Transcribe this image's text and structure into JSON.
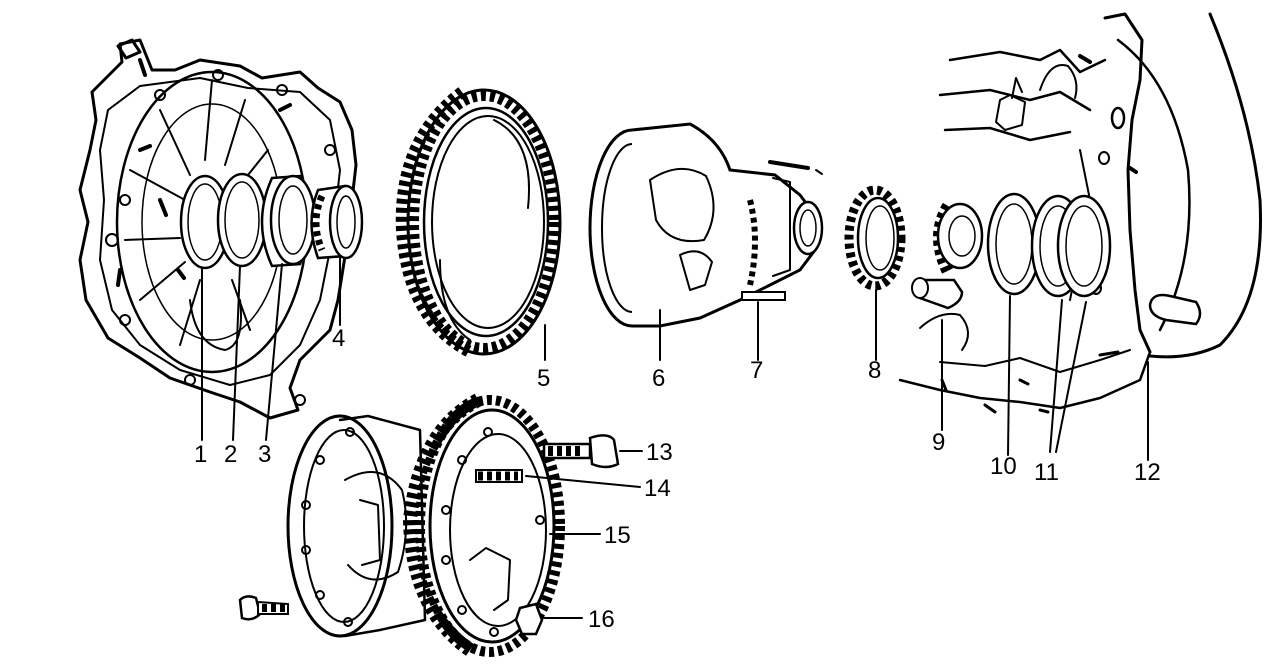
{
  "parts": [
    {
      "id": "p1",
      "label": "1"
    },
    {
      "id": "p2",
      "label": "2"
    },
    {
      "id": "p3",
      "label": "3"
    },
    {
      "id": "p4",
      "label": "4"
    },
    {
      "id": "p5",
      "label": "5"
    },
    {
      "id": "p6",
      "label": "6"
    },
    {
      "id": "p7",
      "label": "7"
    },
    {
      "id": "p8",
      "label": "8"
    },
    {
      "id": "p9",
      "label": "9"
    },
    {
      "id": "p10",
      "label": "10"
    },
    {
      "id": "p11",
      "label": "11"
    },
    {
      "id": "p12",
      "label": "12"
    },
    {
      "id": "p13",
      "label": "13"
    },
    {
      "id": "p14",
      "label": "14"
    },
    {
      "id": "p15",
      "label": "15"
    },
    {
      "id": "p16",
      "label": "16"
    }
  ]
}
